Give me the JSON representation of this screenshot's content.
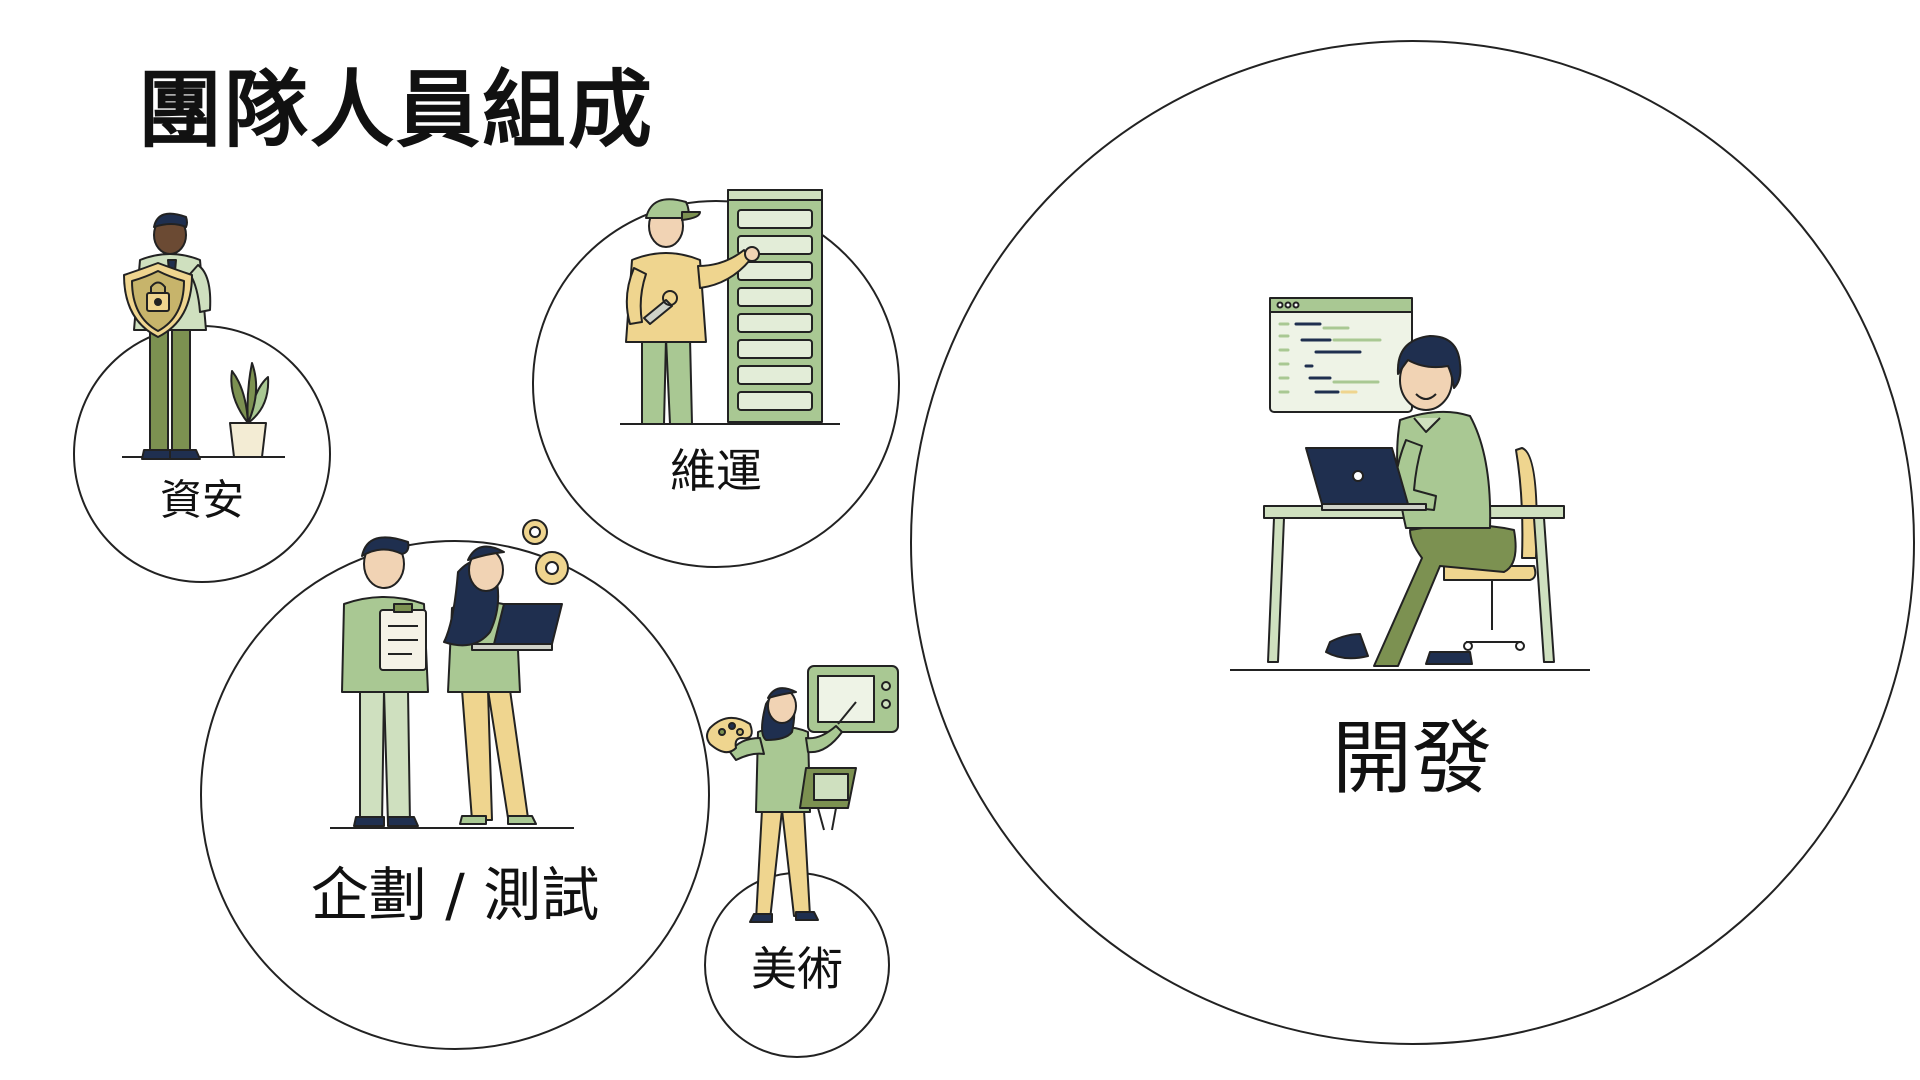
{
  "title": "團隊人員組成",
  "roles": {
    "security": "資安",
    "ops": "維運",
    "planning_testing": "企劃 / 測試",
    "art": "美術",
    "development": "開發"
  },
  "colors": {
    "green": "#a9c893",
    "dark_green": "#7c9151",
    "sand": "#efd58f",
    "navy": "#1f2f4f",
    "skin": "#f1d3b4",
    "outline": "#222222"
  }
}
